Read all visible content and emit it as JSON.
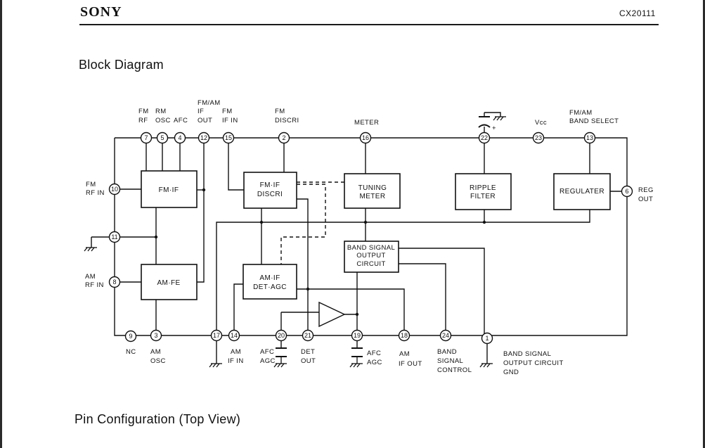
{
  "header": {
    "brand": "SONY",
    "part_number": "CX20111"
  },
  "sections": {
    "block_diagram_title": "Block Diagram",
    "pin_config_title": "Pin Configuration (Top View)"
  },
  "blocks": {
    "fm_if": "FM·IF",
    "am_fe": "AM·FE",
    "fm_if_discri": [
      "FM·IF",
      "DISCRI"
    ],
    "am_if_det_agc": [
      "AM·IF",
      "DET·AGC"
    ],
    "tuning_meter": [
      "TUNING",
      "METER"
    ],
    "ripple_filter": [
      "RIPPLE",
      "FILTER"
    ],
    "regulater": "REGULATER",
    "band_signal_output_circuit": [
      "BAND SIGNAL",
      "OUTPUT",
      "CIRCUIT"
    ]
  },
  "pins": [
    "1",
    "2",
    "3",
    "4",
    "5",
    "6",
    "7",
    "8",
    "9",
    "10",
    "11",
    "12",
    "13",
    "14",
    "15",
    "16",
    "17",
    "18",
    "19",
    "20",
    "21",
    "22",
    "23",
    "24"
  ],
  "labels": {
    "fm_rf": [
      "FM",
      "RF"
    ],
    "rm_osc": [
      "RM",
      "OSC"
    ],
    "afc_top": "AFC",
    "fm_am_if_out": [
      "FM/AM",
      "IF",
      "OUT"
    ],
    "fm_if_in": [
      "FM",
      "IF IN"
    ],
    "fm_discri": [
      "FM",
      "DISCRI"
    ],
    "meter": "METER",
    "vcc": "Vcc",
    "fm_am_band_select": [
      "FM/AM",
      "BAND SELECT"
    ],
    "fm_rf_in": [
      "FM",
      "RF IN"
    ],
    "am_rf_in": [
      "AM",
      "RF IN"
    ],
    "reg_out": [
      "REG",
      "OUT"
    ],
    "nc": "NC",
    "am_osc": [
      "AM",
      "OSC"
    ],
    "am_if_in": [
      "AM",
      "IF IN"
    ],
    "afc_agc_a": [
      "AFC",
      "AGC"
    ],
    "det_out": [
      "DET",
      "OUT"
    ],
    "afc_agc_b": [
      "AFC",
      "AGC"
    ],
    "am_if_out": [
      "AM",
      "IF OUT"
    ],
    "band_signal_control": [
      "BAND",
      "SIGNAL",
      "CONTROL"
    ],
    "band_signal_output_circuit_gnd": [
      "BAND SIGNAL",
      "OUTPUT CIRCUIT",
      "GND"
    ],
    "plus": "+"
  },
  "colors": {
    "ink": "#111111",
    "paper": "#ffffff"
  }
}
